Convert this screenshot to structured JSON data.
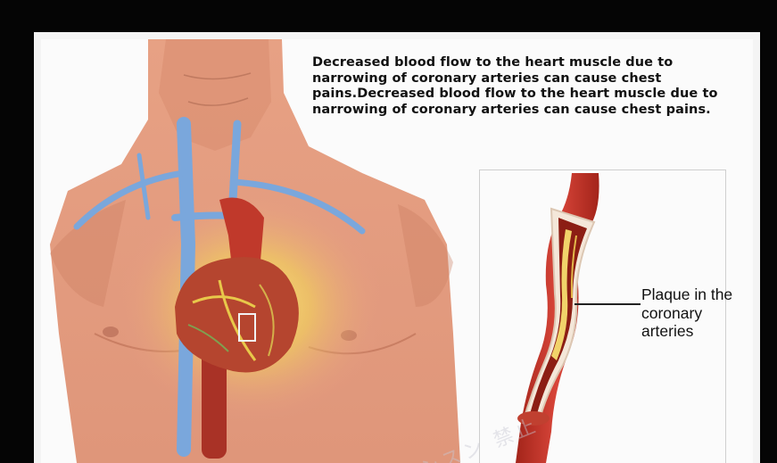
{
  "caption": {
    "text": "Decreased blood flow to the heart muscle due to narrowing of coronary arteries can cause chest pains.Decreased blood flow to the heart muscle due to narrowing of coronary arteries can cause chest pains."
  },
  "inset": {
    "label": "Plaque in the coronary arteries"
  },
  "watermark": {
    "text": "シスン 禁止"
  },
  "colors": {
    "skin": "#e9a98a",
    "skin_shadow": "#c97a5e",
    "vein": "#6f9fd6",
    "artery": "#c0392b",
    "heart": "#b5452f",
    "glow": "#f6e25a",
    "plaque": "#f1d36a",
    "frame": "#050505"
  }
}
